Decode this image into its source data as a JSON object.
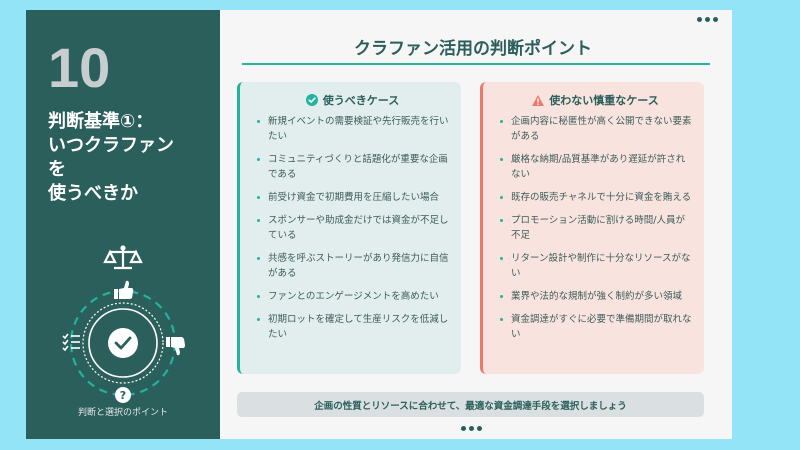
{
  "slide": {
    "number": "10",
    "left_title": "判断基準①：\nいつクラファン\nを\n使うべきか",
    "caption": "判断と選択のポイント",
    "graphic_icons": [
      "scale-icon",
      "thumbs-up-icon",
      "thumbs-down-icon",
      "checklist-icon",
      "question-icon",
      "check-circle-icon"
    ],
    "title": "クラファン活用の判断ポイント",
    "use_card": {
      "heading": "使うべきケース",
      "icon": "check-circle-icon",
      "items": [
        "新規イベントの需要検証や先行販売を行いたい",
        "コミュニティづくりと話題化が重要な企画である",
        "前受け資金で初期費用を圧縮したい場合",
        "スポンサーや助成金だけでは資金が不足している",
        "共感を呼ぶストーリーがあり発信力に自信がある",
        "ファンとのエンゲージメントを高めたい",
        "初期ロットを確定して生産リスクを低減したい"
      ]
    },
    "avoid_card": {
      "heading": "使わない慎重なケース",
      "icon": "warning-icon",
      "items": [
        "企画内容に秘匿性が高く公開できない要素がある",
        "厳格な納期/品質基準があり遅延が許されない",
        "既存の販売チャネルで十分に資金を賄える",
        "プロモーション活動に割ける時間/人員が不足",
        "リターン設計や制作に十分なリソースがない",
        "業界や法的な規制が強く制約が多い領域",
        "資金調達がすぐに必要で準備期間が取れない"
      ]
    },
    "footer": "企画の性質とリソースに合わせて、最適な資金調達手段を選択しましょう"
  },
  "colors": {
    "dark_teal": "#2b5f5b",
    "accent_teal": "#22b39e",
    "accent_red": "#ea7b6b",
    "background": "#94e4f7"
  }
}
